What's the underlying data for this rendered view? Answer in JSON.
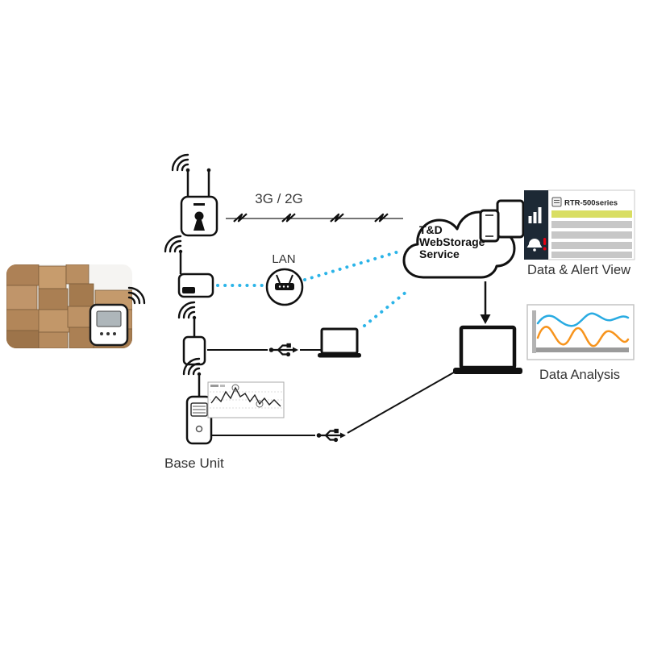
{
  "diagram": {
    "labels": {
      "network": "3G / 2G",
      "lan": "LAN",
      "cloud_line1": "T&D",
      "cloud_line2": "WebStorage",
      "cloud_line3": "Service",
      "device_series": "RTR-500series",
      "data_alert_view": "Data & Alert View",
      "data_analysis": "Data Analysis",
      "base_unit": "Base Unit"
    },
    "colors": {
      "accent_cyan": "#2bb4e8",
      "chart_blue": "#29abe2",
      "chart_orange": "#f7941d",
      "row_highlight": "#d9de62",
      "row_gray": "#c7c7c7",
      "panel_dark": "#1d2935",
      "alert_red": "#e60012",
      "line": "#111111"
    },
    "nodes": [
      {
        "name": "warehouse-photo",
        "kind": "photo of stacked cardboard boxes with wireless data logger"
      },
      {
        "name": "mobile-base-unit",
        "kind": "base unit with two antennas sending via 3G / 2G"
      },
      {
        "name": "lan-base-unit",
        "kind": "base unit connected to LAN router"
      },
      {
        "name": "usb-base-unit",
        "kind": "base unit connected by USB to laptop"
      },
      {
        "name": "handheld-base-unit",
        "kind": "handheld base unit with display, USB to PC"
      },
      {
        "name": "lan-router",
        "kind": "LAN router"
      },
      {
        "name": "cloud-service",
        "kind": "T&D WebStorage Service cloud"
      },
      {
        "name": "mobile-devices",
        "kind": "smartphone and tablet"
      },
      {
        "name": "analysis-pc",
        "kind": "laptop for data analysis"
      },
      {
        "name": "data-alert-view-panel",
        "kind": "RTR-500series data & alert screen"
      },
      {
        "name": "data-analysis-panel",
        "kind": "temperature graph panel"
      }
    ],
    "icons": {
      "wifi-signal-icon": "radio arcs",
      "usb-icon": "usb trident",
      "lightning-icon": "transmission bolts",
      "router-icon": "router in circle",
      "cloud-icon": "cloud outline",
      "laptop-icon": "laptop",
      "smartphone-icon": "smartphone",
      "tablet-icon": "tablet",
      "bar-chart-icon": "white bar chart",
      "alert-bell-icon": "bell with red exclamation",
      "arrow-down-icon": "download arrow"
    }
  }
}
